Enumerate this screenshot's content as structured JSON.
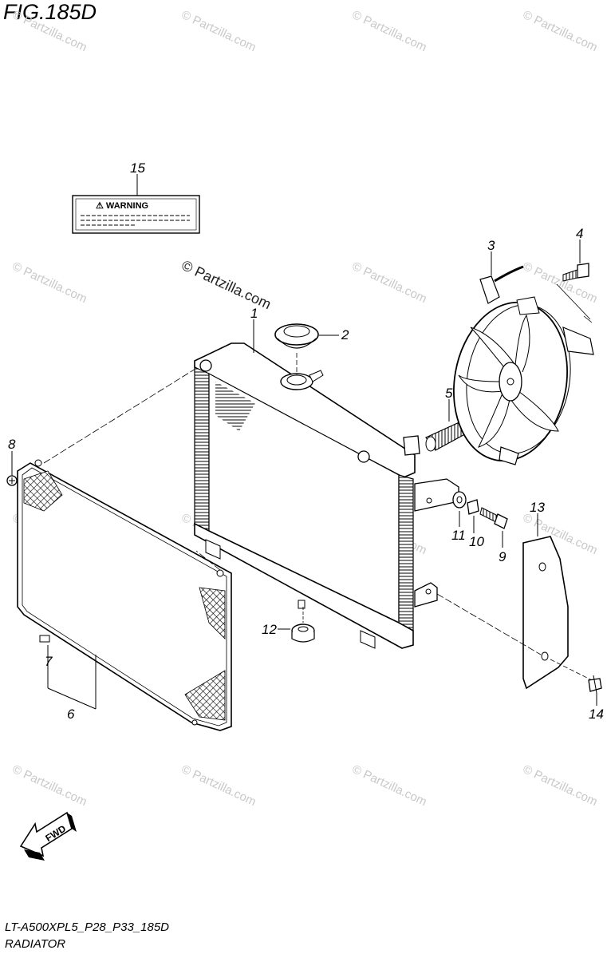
{
  "figure": {
    "title": "FIG.185D",
    "model_code": "LT-A500XPL5_P28_P33_185D",
    "caption": "RADIATOR"
  },
  "watermark": {
    "main": "© Partzilla.com",
    "repeat": "© Partzilla.com"
  },
  "warning_label": {
    "text": "⚠ WARNING"
  },
  "direction_badge": {
    "text": "FWD"
  },
  "callouts": [
    {
      "id": "1",
      "part": "radiator"
    },
    {
      "id": "2",
      "part": "radiator-cap"
    },
    {
      "id": "3",
      "part": "cooling-fan"
    },
    {
      "id": "4",
      "part": "fan-bolt"
    },
    {
      "id": "5",
      "part": "thermo-switch"
    },
    {
      "id": "6",
      "part": "radiator-screen"
    },
    {
      "id": "7",
      "part": "screen-clip"
    },
    {
      "id": "8",
      "part": "screen-screw"
    },
    {
      "id": "9",
      "part": "mount-bolt"
    },
    {
      "id": "10",
      "part": "collar"
    },
    {
      "id": "11",
      "part": "cushion"
    },
    {
      "id": "12",
      "part": "grommet"
    },
    {
      "id": "13",
      "part": "side-cover"
    },
    {
      "id": "14",
      "part": "clip-rivet"
    },
    {
      "id": "15",
      "part": "warning-label"
    }
  ],
  "colors": {
    "line": "#000000",
    "watermark": "#c9c9c9"
  }
}
